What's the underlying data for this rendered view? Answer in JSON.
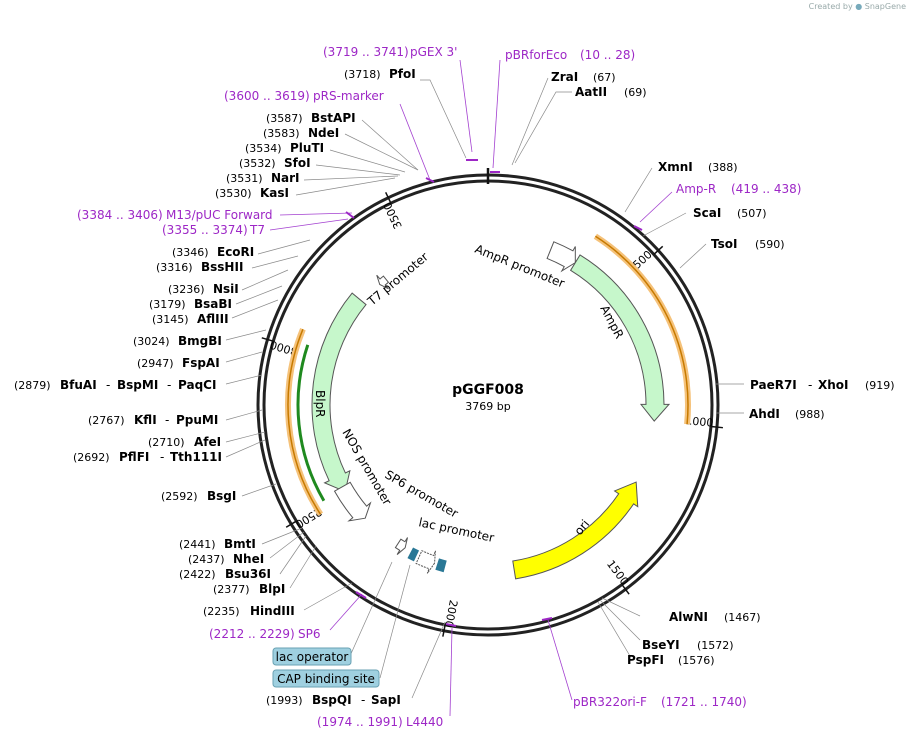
{
  "credit": {
    "prefix": "Created by",
    "brand": "SnapGene"
  },
  "plasmid": {
    "name": "pGGF008",
    "size": "3769 bp"
  },
  "ticks": {
    "500": "500",
    "1000": "1000",
    "1500": "1500",
    "2000": "2000",
    "2500": "2500",
    "3000": "3000",
    "3500": "3500"
  },
  "primers": {
    "pgex3": {
      "range": "(3719 .. 3741)",
      "name": "pGEX 3'"
    },
    "pbrforeco": {
      "name": "pBRforEco",
      "range": "(10 .. 28)"
    },
    "prsmarker": {
      "range": "(3600 .. 3619)",
      "name": "pRS-marker"
    },
    "m13puc": {
      "range": "(3384 .. 3406)",
      "name": "M13/pUC Forward"
    },
    "t7": {
      "range": "(3355 .. 3374)",
      "name": "T7"
    },
    "ampr": {
      "name": "Amp-R",
      "range": "(419 .. 438)"
    },
    "sp6": {
      "range": "(2212 .. 2229)",
      "name": "SP6"
    },
    "l4440": {
      "range": "(1974 .. 1991)",
      "name": "L4440"
    },
    "pbr322ori": {
      "name": "pBR322ori-F",
      "range": "(1721 .. 1740)"
    }
  },
  "enzymes": {
    "pfoi": {
      "pos": "(3718)",
      "name": "PfoI"
    },
    "zrai": {
      "name": "ZraI",
      "pos": "(67)"
    },
    "aatii": {
      "name": "AatII",
      "pos": "(69)"
    },
    "bstapi": {
      "pos": "(3587)",
      "name": "BstAPI"
    },
    "ndei": {
      "pos": "(3583)",
      "name": "NdeI"
    },
    "pluti": {
      "pos": "(3534)",
      "name": "PluTI"
    },
    "sfoi": {
      "pos": "(3532)",
      "name": "SfoI"
    },
    "nari": {
      "pos": "(3531)",
      "name": "NarI"
    },
    "kasi": {
      "pos": "(3530)",
      "name": "KasI"
    },
    "xmni": {
      "name": "XmnI",
      "pos": "(388)"
    },
    "scai": {
      "name": "ScaI",
      "pos": "(507)"
    },
    "tsoi": {
      "name": "TsoI",
      "pos": "(590)"
    },
    "ecori": {
      "pos": "(3346)",
      "name": "EcoRI"
    },
    "bsshii": {
      "pos": "(3316)",
      "name": "BssHII"
    },
    "nsii": {
      "pos": "(3236)",
      "name": "NsiI"
    },
    "bsabi": {
      "pos": "(3179)",
      "name": "BsaBI"
    },
    "aflii": {
      "pos": "(3145)",
      "name": "AflIII"
    },
    "bmgbi": {
      "pos": "(3024)",
      "name": "BmgBI"
    },
    "fspai": {
      "pos": "(2947)",
      "name": "FspAI"
    },
    "bfuai": {
      "pos": "(2879)",
      "name": "BfuAI",
      "sep1": "-",
      "name2": "BspMI",
      "sep2": "-",
      "name3": "PaqCI"
    },
    "paer7i": {
      "name": "PaeR7I",
      "sep": "-",
      "name2": "XhoI",
      "pos": "(919)"
    },
    "ahdi": {
      "name": "AhdI",
      "pos": "(988)"
    },
    "kfli": {
      "pos": "(2767)",
      "name": "KflI",
      "sep": "-",
      "name2": "PpuMI"
    },
    "afei": {
      "pos": "(2710)",
      "name": "AfeI"
    },
    "pflfi": {
      "pos": "(2692)",
      "name": "PflFI",
      "sep": "-",
      "name2": "Tth111I"
    },
    "bsgi": {
      "pos": "(2592)",
      "name": "BsgI"
    },
    "bmti": {
      "pos": "(2441)",
      "name": "BmtI"
    },
    "nhei": {
      "pos": "(2437)",
      "name": "NheI"
    },
    "bsu36i": {
      "pos": "(2422)",
      "name": "Bsu36I"
    },
    "blpi": {
      "pos": "(2377)",
      "name": "BlpI"
    },
    "hindiii": {
      "pos": "(2235)",
      "name": "HindIII"
    },
    "alwni": {
      "name": "AlwNI",
      "pos": "(1467)"
    },
    "bseyi": {
      "name": "BseYI",
      "pos": "(1572)"
    },
    "pspfi": {
      "name": "PspFI",
      "pos": "(1576)"
    },
    "bspqi": {
      "pos": "(1993)",
      "name": "BspQI",
      "sep": "-",
      "name2": "SapI"
    }
  },
  "features": {
    "ampr_promoter": "AmpR promoter",
    "ampr": "AmpR",
    "t7_promoter": "T7 promoter",
    "blpr": "BlpR",
    "nos_promoter": "NOS promoter",
    "sp6_promoter": "SP6 promoter",
    "lac_promoter": "lac promoter",
    "ori": "ori"
  },
  "badges": {
    "lac_operator": "lac operator",
    "cap_site": "CAP binding site"
  },
  "colors": {
    "primer": "#9d27c6",
    "orange": "#f5a623",
    "ampr_fill": "#c6f7cb",
    "ori_fill": "#ffff00",
    "teal": "#2a7896"
  }
}
